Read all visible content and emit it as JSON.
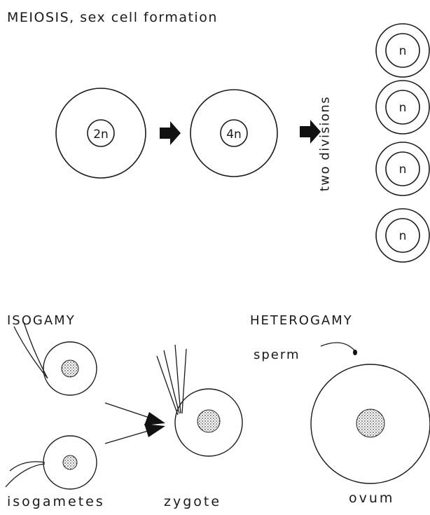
{
  "meiosis": {
    "title": "MEIOSIS, sex cell formation",
    "cell1_label": "2n",
    "cell2_label": "4n",
    "divisions_label": "two divisions",
    "product_labels": [
      "n",
      "n",
      "n",
      "n"
    ]
  },
  "gamy": {
    "isogamy_heading": "ISOGAMY",
    "heterogamy_heading": "HETEROGAMY",
    "sperm_label": "sperm",
    "isogametes_label": "isogametes",
    "zygote_label": "zygote",
    "ovum_label": "ovum"
  },
  "colors": {
    "ink": "#1a1a1a",
    "paper": "#ffffff",
    "stipple": "#555555"
  }
}
